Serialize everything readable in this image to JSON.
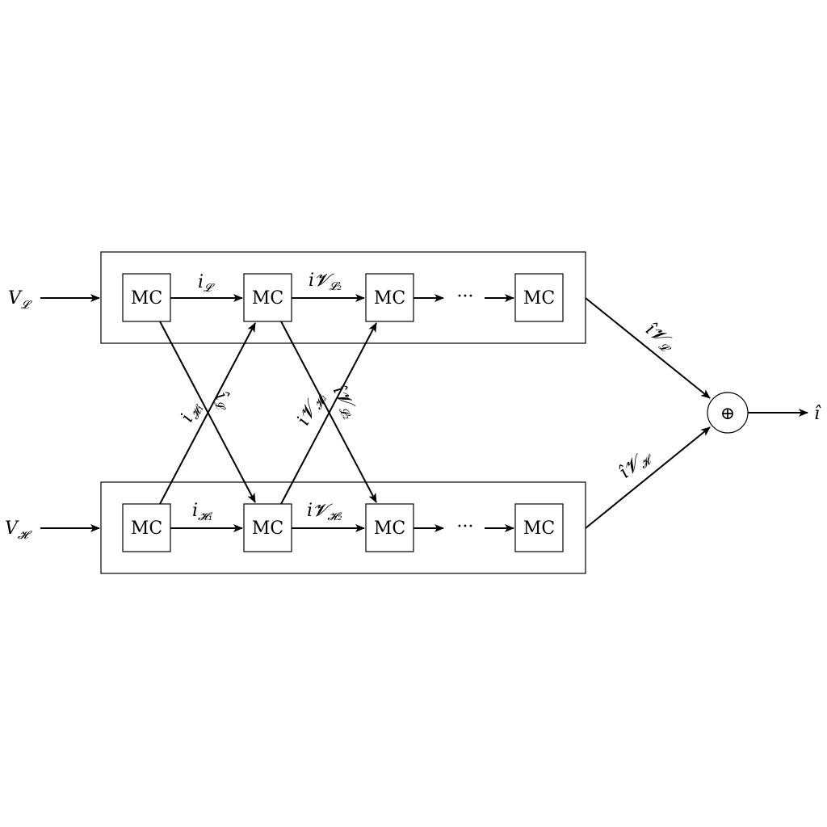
{
  "diagram": {
    "inputs": {
      "low": {
        "main": "V",
        "sub": "𝓛"
      },
      "high": {
        "main": "V",
        "sub": "𝓗"
      }
    },
    "top_row": {
      "blocks": [
        "MC",
        "MC",
        "MC",
        "MC"
      ],
      "edge_labels": [
        {
          "main": "i",
          "sub": "𝓛"
        },
        {
          "main": "i𝓥",
          "sub": "𝓛₂"
        }
      ],
      "ellipsis": "···"
    },
    "bottom_row": {
      "blocks": [
        "MC",
        "MC",
        "MC",
        "MC"
      ],
      "edge_labels": [
        {
          "main": "i",
          "sub": "𝓗₁"
        },
        {
          "main": "i𝓥",
          "sub": "𝓗₂"
        }
      ],
      "ellipsis": "···"
    },
    "cross_labels": [
      {
        "main": "i",
        "sub": "𝓗₁"
      },
      {
        "main": "î",
        "sub": "𝓛"
      },
      {
        "main": "i𝓥",
        "sub": "𝓗₂"
      },
      {
        "main": "î𝓥",
        "sub": "𝓛₂"
      }
    ],
    "output_labels": {
      "top": {
        "main": "î𝓥",
        "sub": "𝓛"
      },
      "bottom": {
        "main": "î𝓥",
        "sub": "𝓗"
      }
    },
    "combiner_symbol": "⊕",
    "final_output": "î"
  }
}
